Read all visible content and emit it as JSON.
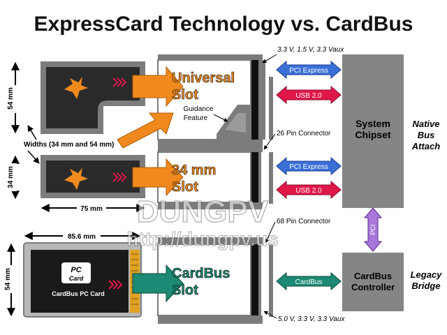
{
  "title": "ExpressCard Technology vs. CardBus",
  "colors": {
    "slot_gray": "#7c7c7c",
    "chip_gray": "#858585",
    "card_dark": "#2a2a2a",
    "orange": "#f08a1e",
    "teal": "#1c8a74",
    "pci_blue": "#3a6fd8",
    "usb_red": "#e0184a",
    "pci_purple": "#a877d9",
    "gold": "#e0a020"
  },
  "labels": {
    "voltage_top": "3.3 V, 1.5 V, 3.3 Vaux",
    "voltage_bottom": "5.0 V, 3.3 V, 3.3 Vaux",
    "connector_26": "26 Pin Connector",
    "connector_68": "68 Pin Connector",
    "guidance_line1": "Guidance",
    "guidance_line2": "Feature",
    "widths_note": "Widths (34 mm and 54 mm)",
    "dim_54_top": "54 mm",
    "dim_34": "34 mm",
    "dim_54_bottom": "54 mm",
    "dim_75": "75 mm",
    "dim_856": "85.6 mm"
  },
  "slots": {
    "universal_line1": "Universal",
    "universal_line2": "Slot",
    "mm34_line1": "34 mm",
    "mm34_line2": "Slot",
    "cardbus_line1": "CardBus",
    "cardbus_line2": "Slot"
  },
  "buses": {
    "pci_express": "PCI Express",
    "usb": "USB 2.0",
    "pci": "PCI",
    "cardbus": "CardBus"
  },
  "chips": {
    "system_line1": "System",
    "system_line2": "Chipset",
    "controller_line1": "CardBus",
    "controller_line2": "Controller"
  },
  "side_labels": {
    "native_line1": "Native",
    "native_line2": "Bus",
    "native_line3": "Attach",
    "legacy_line1": "Legacy",
    "legacy_line2": "Bridge"
  },
  "pc_card": {
    "logo_line1": "PC",
    "logo_line2": "Card",
    "caption": "CardBus PC Card"
  },
  "watermark": {
    "name": "DUNGPV",
    "url": "http://dungpv.us"
  }
}
